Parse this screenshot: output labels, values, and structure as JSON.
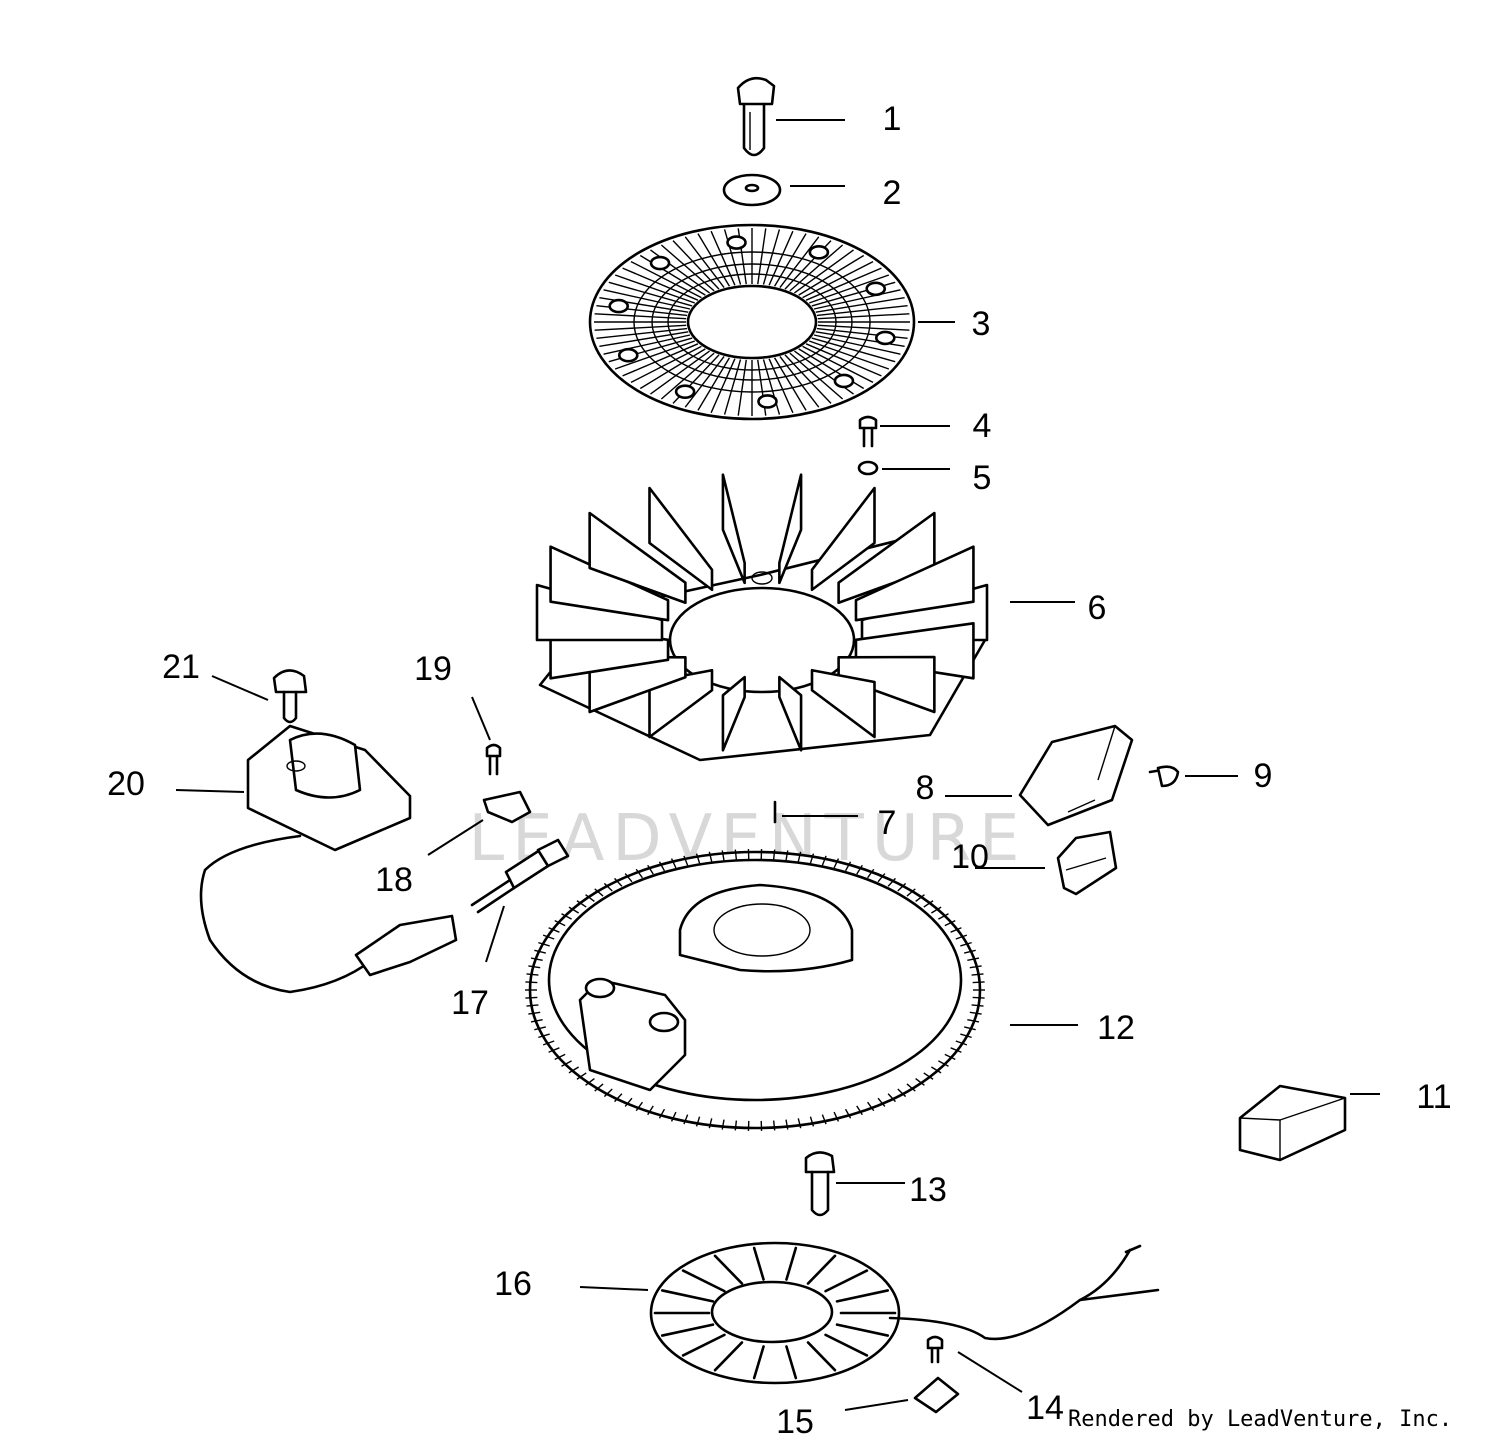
{
  "watermark": "LEADVENTURE",
  "credit": "Rendered by LeadVenture, Inc.",
  "callouts": [
    {
      "id": "1",
      "label": "1"
    },
    {
      "id": "2",
      "label": "2"
    },
    {
      "id": "3",
      "label": "3"
    },
    {
      "id": "4",
      "label": "4"
    },
    {
      "id": "5",
      "label": "5"
    },
    {
      "id": "6",
      "label": "6"
    },
    {
      "id": "7",
      "label": "7"
    },
    {
      "id": "8",
      "label": "8"
    },
    {
      "id": "9",
      "label": "9"
    },
    {
      "id": "10",
      "label": "10"
    },
    {
      "id": "11",
      "label": "11"
    },
    {
      "id": "12",
      "label": "12"
    },
    {
      "id": "13",
      "label": "13"
    },
    {
      "id": "14",
      "label": "14"
    },
    {
      "id": "15",
      "label": "15"
    },
    {
      "id": "16",
      "label": "16"
    },
    {
      "id": "17",
      "label": "17"
    },
    {
      "id": "18",
      "label": "18"
    },
    {
      "id": "19",
      "label": "19"
    },
    {
      "id": "20",
      "label": "20"
    },
    {
      "id": "21",
      "label": "21"
    }
  ]
}
